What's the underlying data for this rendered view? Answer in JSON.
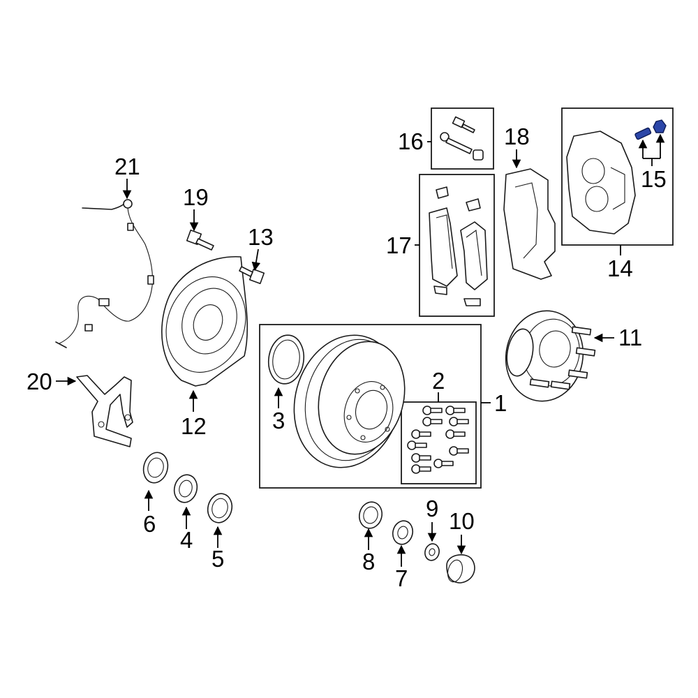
{
  "diagram": {
    "callouts": {
      "c1": "1",
      "c2": "2",
      "c3": "3",
      "c4": "4",
      "c5": "5",
      "c6": "6",
      "c7": "7",
      "c8": "8",
      "c9": "9",
      "c10": "10",
      "c11": "11",
      "c12": "12",
      "c13": "13",
      "c14": "14",
      "c15": "15",
      "c16": "16",
      "c17": "17",
      "c18": "18",
      "c19": "19",
      "c20": "20",
      "c21": "21"
    },
    "colors": {
      "line": "#1a1a1a",
      "highlight": "#2b46a8",
      "background": "#ffffff"
    },
    "highlighted_callout": "15"
  }
}
